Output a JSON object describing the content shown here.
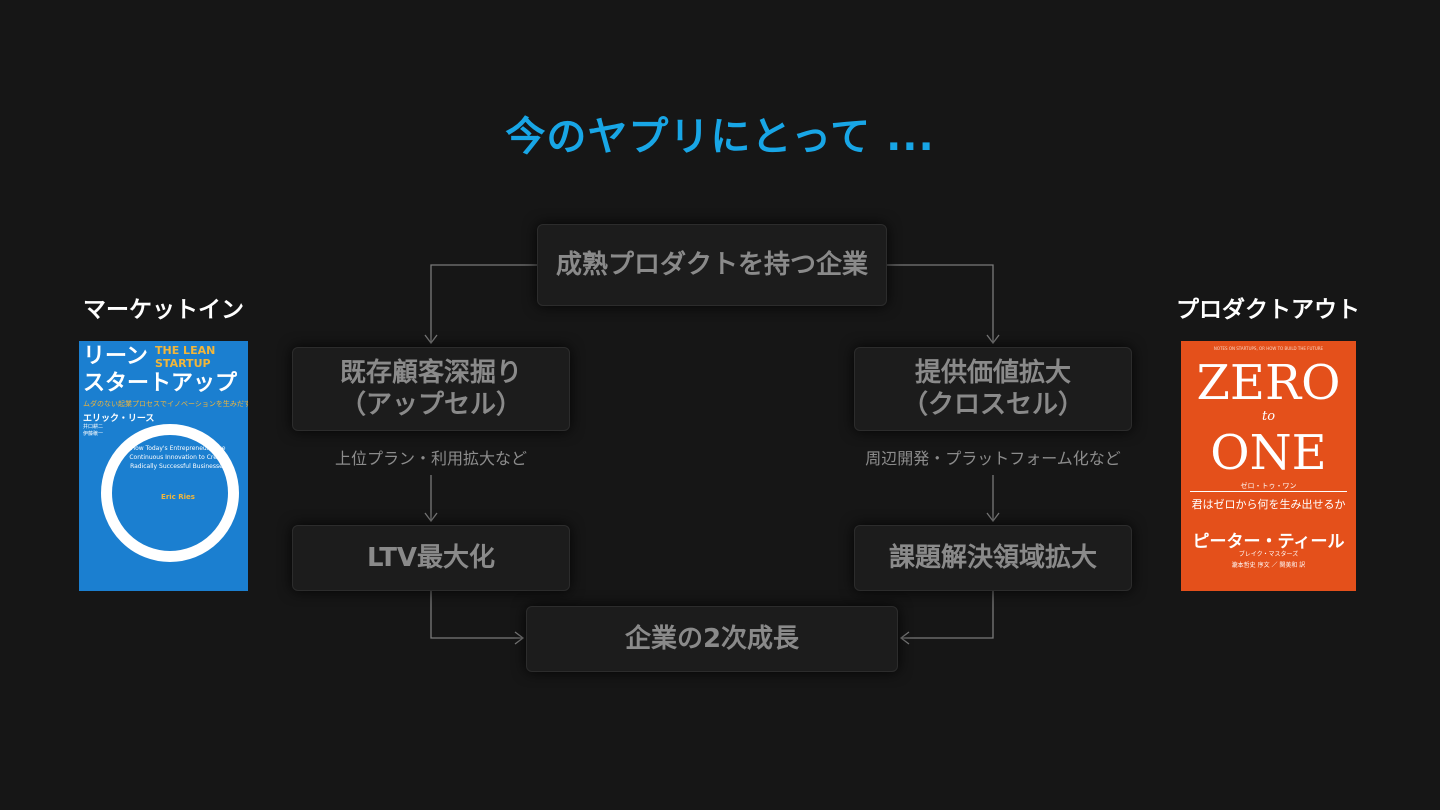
{
  "title": "今のヤプリにとって ...",
  "left_label": "マーケットイン",
  "right_label": "プロダクトアウト",
  "nodes": {
    "top": "成熟プロダクトを持つ企業",
    "left_mid": {
      "line1": "既存顧客深掘り",
      "line2": "（アップセル）"
    },
    "right_mid": {
      "line1": "提供価値拡大",
      "line2": "（クロスセル）"
    },
    "left_low": "LTV最大化",
    "right_low": "課題解決領域拡大",
    "bottom": "企業の2次成長"
  },
  "captions": {
    "left": "上位プラン・利用拡大など",
    "right": "周辺開発・プラットフォーム化など"
  },
  "book_lean": {
    "jp_title_line1": "リーン",
    "jp_title_line2": "スタートアップ",
    "en_title_line1": "THE LEAN",
    "en_title_line2": "STARTUP",
    "subtitle": "ムダのない起業プロセスでイノベーションを生みだす",
    "author": "エリック・リース",
    "translator1": "井口耕二",
    "translator2": "伊藤穣一",
    "blurb": "How Today's Entrepreneurs Use Continuous Innovation to Create Radically Successful Businesses",
    "author_en": "Eric Ries"
  },
  "book_zero": {
    "notes": "NOTES ON STARTUPS, OR HOW TO BUILD THE FUTURE",
    "zero": "ZERO",
    "to": "to",
    "one": "ONE",
    "jp_name": "ゼロ・トゥ・ワン",
    "jp_sub": "君はゼロから何を生み出せるか",
    "author": "ピーター・ティール",
    "coauthor": "ブレイク・マスターズ",
    "credits": "瀧本哲史 序文 ／ 関美和 訳"
  },
  "colors": {
    "title": "#18a6e6",
    "lean_cover": "#1b7fd0",
    "zero_cover": "#e4501b"
  }
}
